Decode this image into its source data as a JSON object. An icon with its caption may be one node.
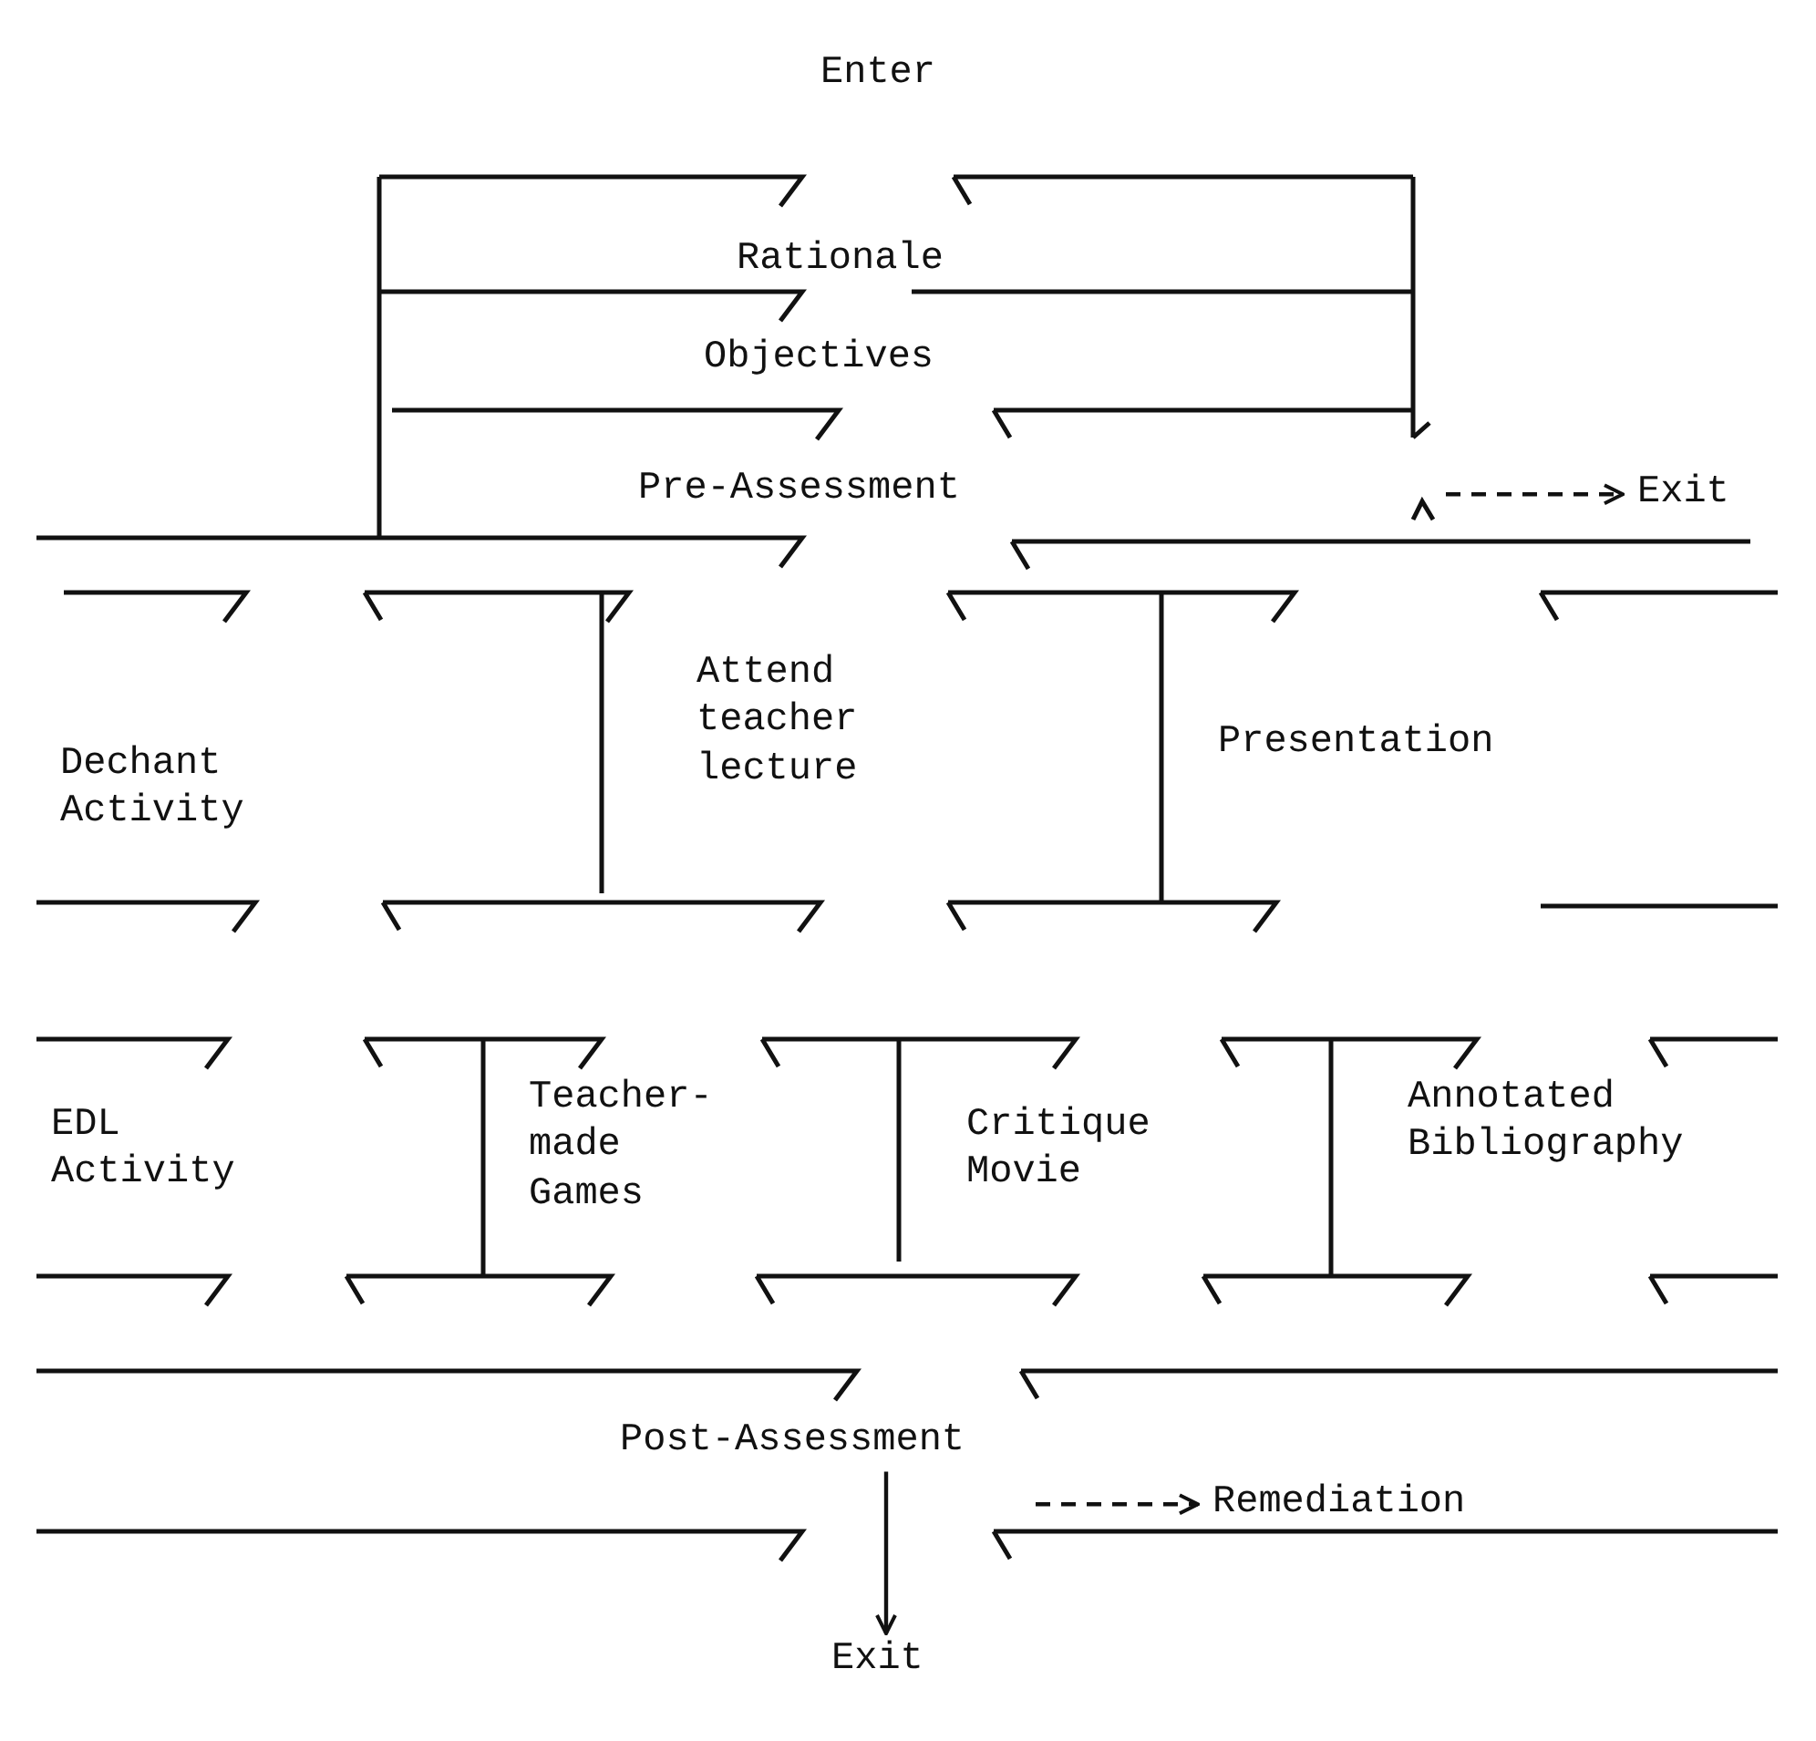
{
  "diagram": {
    "nodes": [
      {
        "text": [
          "Enter"
        ]
      },
      {
        "text": [
          "Rationale"
        ]
      },
      {
        "text": [
          "Objectives"
        ]
      },
      {
        "text": [
          "Pre-Assessment"
        ]
      },
      {
        "text": [
          "Exit"
        ]
      },
      {
        "text": [
          "Dechant Activity"
        ]
      },
      {
        "text": [
          "Attend teacher lecture"
        ]
      },
      {
        "text": [
          "Presentation"
        ]
      },
      {
        "text": [
          "EDL Activity"
        ]
      },
      {
        "text": [
          "Teacher-made Games"
        ]
      },
      {
        "text": [
          "Critique Movie"
        ]
      },
      {
        "text": [
          "Annotated Bibliography"
        ]
      },
      {
        "text": [
          "Post-Assessment"
        ]
      },
      {
        "text": [
          "Remediation"
        ]
      },
      {
        "text": [
          "Exit"
        ]
      }
    ],
    "edges": [
      {
        "from": null,
        "to": 4,
        "arrow": "to",
        "style": "dashed"
      },
      {
        "from": 12,
        "to": 14,
        "arrow": "to"
      },
      {
        "from": null,
        "to": 13,
        "arrow": "to",
        "style": "dashed"
      }
    ]
  }
}
